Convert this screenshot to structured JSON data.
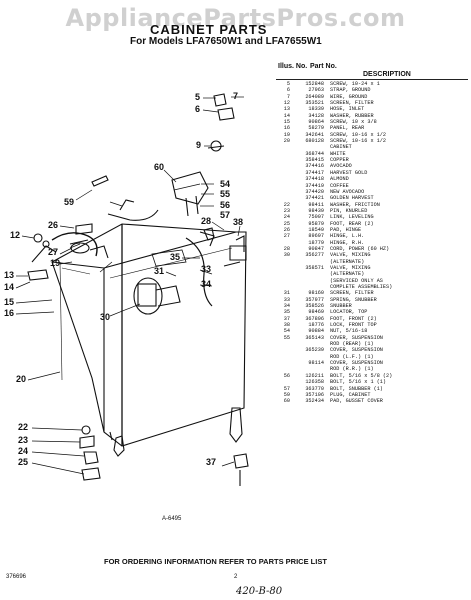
{
  "watermark": "AppliancePartsPros.com",
  "title": "CABINET PARTS",
  "subtitle": "For Models LFA7650W1 and LFA7655W1",
  "table": {
    "header_illus": "Illus. No.",
    "header_part": "Part No.",
    "header_desc": "DESCRIPTION",
    "rows": [
      {
        "ill": "5",
        "part": "152848",
        "desc": "SCREW, 10-24 x 1"
      },
      {
        "ill": "6",
        "part": "27963",
        "desc": "STRAP, GROUND"
      },
      {
        "ill": "7",
        "part": "264089",
        "desc": "WIRE, GROUND"
      },
      {
        "ill": "12",
        "part": "353521",
        "desc": "SCREEN, FILTER"
      },
      {
        "ill": "13",
        "part": "18339",
        "desc": "HOSE, INLET"
      },
      {
        "ill": "14",
        "part": "34128",
        "desc": "WASHER, RUBBER"
      },
      {
        "ill": "15",
        "part": "90864",
        "desc": "SCREW, 10 x 3/8"
      },
      {
        "ill": "16",
        "part": "58279",
        "desc": "PANEL, REAR"
      },
      {
        "ill": "19",
        "part": "342641",
        "desc": "SCREW, 10-16 x 1/2"
      },
      {
        "ill": "20",
        "part": "680128",
        "desc": "SCREW, 10-16 x 1/2"
      },
      {
        "ill": "",
        "part": "",
        "desc": "CABINET"
      },
      {
        "ill": "",
        "part": "368744",
        "desc": "WHITE"
      },
      {
        "ill": "",
        "part": "358415",
        "desc": "COPPER"
      },
      {
        "ill": "",
        "part": "374416",
        "desc": "AVOCADO"
      },
      {
        "ill": "",
        "part": "374417",
        "desc": "HARVEST GOLD"
      },
      {
        "ill": "",
        "part": "374418",
        "desc": "ALMOND"
      },
      {
        "ill": "",
        "part": "374419",
        "desc": "COFFEE"
      },
      {
        "ill": "",
        "part": "374420",
        "desc": "NEW AVOCADO"
      },
      {
        "ill": "",
        "part": "374421",
        "desc": "GOLDEN HARVEST"
      },
      {
        "ill": "22",
        "part": "98411",
        "desc": "WASHER, FRICTION"
      },
      {
        "ill": "23",
        "part": "98439",
        "desc": "PIN, KNURLED"
      },
      {
        "ill": "24",
        "part": "75007",
        "desc": "LINK, LEVELING"
      },
      {
        "ill": "25",
        "part": "95879",
        "desc": "FOOT, REAR (2)"
      },
      {
        "ill": "26",
        "part": "18549",
        "desc": "PAD, HINGE"
      },
      {
        "ill": "27",
        "part": "89697",
        "desc": "HINGE, L.H."
      },
      {
        "ill": "",
        "part": "18779",
        "desc": "HINGE, R.H."
      },
      {
        "ill": "28",
        "part": "90847",
        "desc": "CORD, POWER (60 HZ)"
      },
      {
        "ill": "30",
        "part": "356277",
        "desc": "VALVE, MIXING"
      },
      {
        "ill": "",
        "part": "",
        "desc": "(ALTERNATE)"
      },
      {
        "ill": "",
        "part": "358571",
        "desc": "VALVE, MIXING"
      },
      {
        "ill": "",
        "part": "",
        "desc": "(ALTERNATE)"
      },
      {
        "ill": "",
        "part": "",
        "desc": "(SERVICED ONLY AS"
      },
      {
        "ill": "",
        "part": "",
        "desc": "COMPLETE ASSEMBLIES)"
      },
      {
        "ill": "31",
        "part": "98160",
        "desc": "SCREEN, FILTER"
      },
      {
        "ill": "33",
        "part": "357977",
        "desc": "SPRING, SNUBBER"
      },
      {
        "ill": "34",
        "part": "358526",
        "desc": "SNUBBER"
      },
      {
        "ill": "35",
        "part": "98469",
        "desc": "LOCATOR, TOP"
      },
      {
        "ill": "37",
        "part": "367896",
        "desc": "FOOT, FRONT (2)"
      },
      {
        "ill": "38",
        "part": "18776",
        "desc": "LOCK, FRONT TOP"
      },
      {
        "ill": "54",
        "part": "90884",
        "desc": "NUT, 5/16-18"
      },
      {
        "ill": "55",
        "part": "365143",
        "desc": "COVER, SUSPENSION"
      },
      {
        "ill": "",
        "part": "",
        "desc": "ROD (REAR) (1)"
      },
      {
        "ill": "",
        "part": "365239",
        "desc": "COVER, SUSPENSION"
      },
      {
        "ill": "",
        "part": "",
        "desc": "ROD (L.F.) (1)"
      },
      {
        "ill": "",
        "part": "98114",
        "desc": "COVER, SUSPENSION"
      },
      {
        "ill": "",
        "part": "",
        "desc": "ROD (R.R.) (1)"
      },
      {
        "ill": "56",
        "part": "126211",
        "desc": "BOLT, 5/16 x 5/8 (2)"
      },
      {
        "ill": "",
        "part": "126358",
        "desc": "BOLT, 5/16 x 1 (1)"
      },
      {
        "ill": "57",
        "part": "363770",
        "desc": "BOLT, SNUBBER (1)"
      },
      {
        "ill": "59",
        "part": "357106",
        "desc": "PLUG, CABINET"
      },
      {
        "ill": "60",
        "part": "352434",
        "desc": "PAD, GUSSET COVER"
      }
    ]
  },
  "callouts": [
    "5",
    "6",
    "7",
    "9",
    "12",
    "13",
    "14",
    "15",
    "16",
    "19",
    "20",
    "22",
    "23",
    "24",
    "25",
    "26",
    "27",
    "28",
    "30",
    "31",
    "33",
    "34",
    "35",
    "37",
    "38",
    "54",
    "55",
    "56",
    "57",
    "59",
    "60"
  ],
  "figure_ref": "A-6495",
  "footer": "FOR ORDERING INFORMATION REFER TO PARTS PRICE LIST",
  "doc_code": "376696",
  "page_number": "2",
  "handwritten_note": "420-B-80"
}
